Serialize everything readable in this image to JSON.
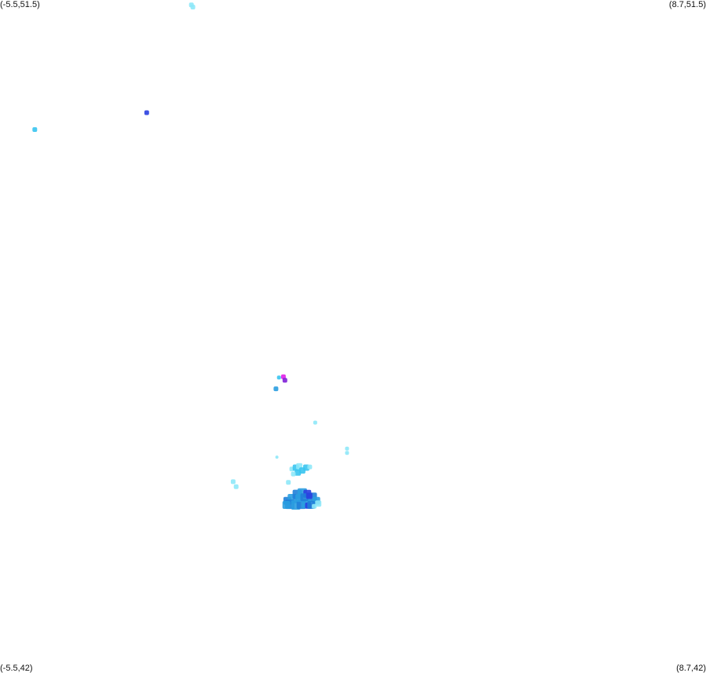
{
  "corners": {
    "top_left": "(-5.5,51.5)",
    "top_right": "(8.7,51.5)",
    "bottom_left": "(-5.5,42)",
    "bottom_right": "(8.7,42)"
  },
  "chart_data": {
    "type": "scatter",
    "title": "",
    "xlabel": "",
    "ylabel": "",
    "xlim": [
      -5.5,
      8.7
    ],
    "ylim": [
      42,
      51.5
    ],
    "grid": false,
    "legend": "none",
    "colors": {
      "light_cyan": "#8ee8f8",
      "cyan": "#39c4f0",
      "sky_blue": "#2a9de0",
      "medium_blue": "#1f7fd8",
      "royal_blue": "#2a3fe0",
      "magenta": "#e020e8",
      "purple": "#8020d8"
    },
    "points": [
      {
        "x": -1.65,
        "y": 51.43,
        "color": "light_cyan",
        "r": 3
      },
      {
        "x": -1.62,
        "y": 51.4,
        "color": "light_cyan",
        "r": 3
      },
      {
        "x": -2.55,
        "y": 49.9,
        "color": "royal_blue",
        "r": 3
      },
      {
        "x": -4.8,
        "y": 49.66,
        "color": "cyan",
        "r": 3
      },
      {
        "x": 0.11,
        "y": 46.14,
        "color": "cyan",
        "r": 2.5
      },
      {
        "x": 0.2,
        "y": 46.15,
        "color": "magenta",
        "r": 3
      },
      {
        "x": 0.23,
        "y": 46.1,
        "color": "purple",
        "r": 3
      },
      {
        "x": 0.05,
        "y": 45.98,
        "color": "sky_blue",
        "r": 3
      },
      {
        "x": 0.84,
        "y": 45.5,
        "color": "light_cyan",
        "r": 2.5
      },
      {
        "x": 1.48,
        "y": 45.13,
        "color": "light_cyan",
        "r": 2.5
      },
      {
        "x": 1.48,
        "y": 45.07,
        "color": "light_cyan",
        "r": 2.5
      },
      {
        "x": 0.07,
        "y": 45.01,
        "color": "light_cyan",
        "r": 2
      },
      {
        "x": -0.81,
        "y": 44.66,
        "color": "light_cyan",
        "r": 3
      },
      {
        "x": -0.75,
        "y": 44.59,
        "color": "light_cyan",
        "r": 3
      },
      {
        "x": 0.37,
        "y": 44.84,
        "color": "light_cyan",
        "r": 3
      },
      {
        "x": 0.45,
        "y": 44.86,
        "color": "cyan",
        "r": 4
      },
      {
        "x": 0.52,
        "y": 44.88,
        "color": "light_cyan",
        "r": 4
      },
      {
        "x": 0.58,
        "y": 44.82,
        "color": "cyan",
        "r": 4
      },
      {
        "x": 0.49,
        "y": 44.79,
        "color": "cyan",
        "r": 4
      },
      {
        "x": 0.66,
        "y": 44.86,
        "color": "cyan",
        "r": 4
      },
      {
        "x": 0.73,
        "y": 44.87,
        "color": "light_cyan",
        "r": 3
      },
      {
        "x": 0.4,
        "y": 44.77,
        "color": "light_cyan",
        "r": 3
      },
      {
        "x": 0.3,
        "y": 44.65,
        "color": "light_cyan",
        "r": 3
      },
      {
        "x": 0.28,
        "y": 44.39,
        "color": "medium_blue",
        "r": 5
      },
      {
        "x": 0.38,
        "y": 44.42,
        "color": "sky_blue",
        "r": 6
      },
      {
        "x": 0.48,
        "y": 44.48,
        "color": "medium_blue",
        "r": 6
      },
      {
        "x": 0.58,
        "y": 44.5,
        "color": "sky_blue",
        "r": 6
      },
      {
        "x": 0.68,
        "y": 44.49,
        "color": "royal_blue",
        "r": 5
      },
      {
        "x": 0.78,
        "y": 44.44,
        "color": "medium_blue",
        "r": 6
      },
      {
        "x": 0.86,
        "y": 44.39,
        "color": "sky_blue",
        "r": 5
      },
      {
        "x": 0.9,
        "y": 44.35,
        "color": "light_cyan",
        "r": 4
      },
      {
        "x": 0.33,
        "y": 44.34,
        "color": "medium_blue",
        "r": 6
      },
      {
        "x": 0.45,
        "y": 44.33,
        "color": "sky_blue",
        "r": 6
      },
      {
        "x": 0.56,
        "y": 44.34,
        "color": "medium_blue",
        "r": 6
      },
      {
        "x": 0.66,
        "y": 44.35,
        "color": "sky_blue",
        "r": 6
      },
      {
        "x": 0.7,
        "y": 44.32,
        "color": "royal_blue",
        "r": 4
      },
      {
        "x": 0.76,
        "y": 44.33,
        "color": "medium_blue",
        "r": 5
      },
      {
        "x": 0.26,
        "y": 44.33,
        "color": "sky_blue",
        "r": 5
      },
      {
        "x": 0.52,
        "y": 44.43,
        "color": "sky_blue",
        "r": 5
      },
      {
        "x": 0.62,
        "y": 44.44,
        "color": "medium_blue",
        "r": 5
      },
      {
        "x": 0.72,
        "y": 44.46,
        "color": "royal_blue",
        "r": 4
      },
      {
        "x": 0.82,
        "y": 44.31,
        "color": "light_cyan",
        "r": 3
      }
    ]
  }
}
